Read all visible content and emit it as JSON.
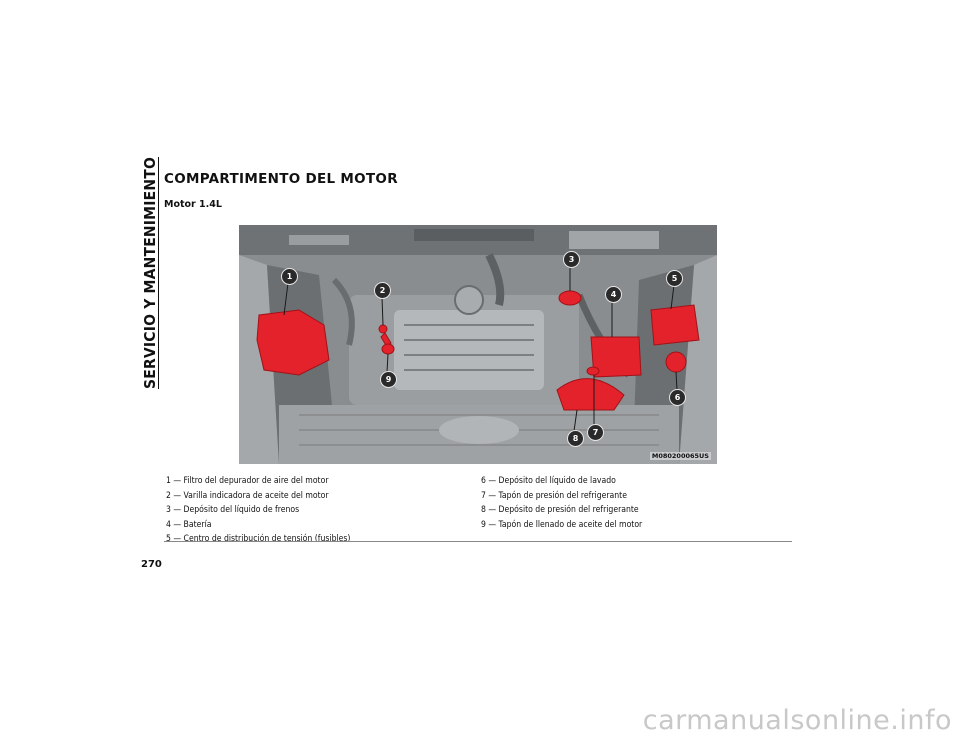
{
  "side_title": "SERVICIO Y MANTENIMIENTO",
  "page_number": "270",
  "section_title": "COMPARTIMENTO DEL MOTOR",
  "sub_title": "Motor 1.4L",
  "figure": {
    "code": "M080200065US",
    "highlight_color": "#e3222b",
    "callouts": [
      "1",
      "2",
      "3",
      "4",
      "5",
      "6",
      "7",
      "8",
      "9"
    ]
  },
  "legend": {
    "col1": [
      "1 — Filtro del depurador de aire del motor",
      "2 — Varilla indicadora de aceite del motor",
      "3 — Depósito del líquido de frenos",
      "4 — Batería",
      "5 — Centro de distribución de tensión (fusibles)"
    ],
    "col2": [
      "6 — Depósito del líquido de lavado",
      "7 — Tapón de presión del refrigerante",
      "8 — Depósito de presión del refrigerante",
      "9 — Tapón de llenado de aceite del motor"
    ]
  },
  "watermark": "carmanualsonline.info"
}
